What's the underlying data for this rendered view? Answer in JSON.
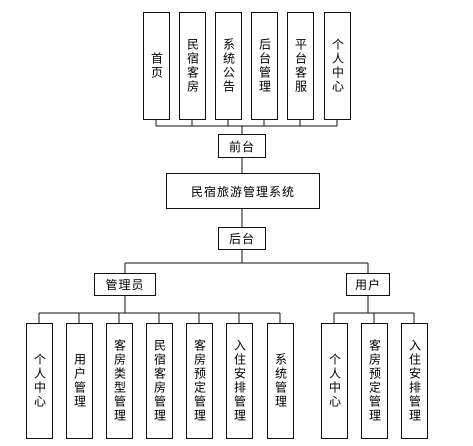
{
  "frontend": {
    "label": "前台",
    "modules": [
      "首页",
      "民宿客房",
      "系统公告",
      "后台管理",
      "平台客服",
      "个人中心"
    ]
  },
  "system": {
    "label": "民宿旅游管理系统"
  },
  "backend": {
    "label": "后台"
  },
  "admin": {
    "label": "管理员",
    "modules": [
      "个人中心",
      "用户管理",
      "客房类型管理",
      "民宿客房管理",
      "客房预定管理",
      "入住安排管理",
      "系统管理"
    ]
  },
  "user": {
    "label": "用户",
    "modules": [
      "个人中心",
      "客房预定管理",
      "入住安排管理"
    ]
  }
}
